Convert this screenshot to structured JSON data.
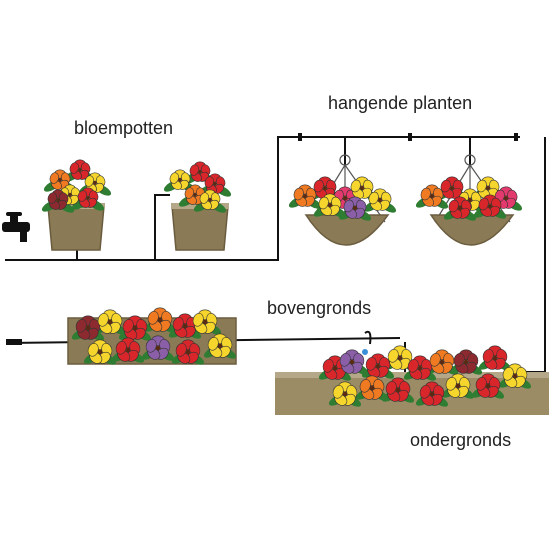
{
  "labels": {
    "pots": "bloempotten",
    "hanging": "hangende planten",
    "above_ground": "bovengronds",
    "below_ground": "ondergronds"
  },
  "colors": {
    "pipe": "#111111",
    "soil": "#8a7a55",
    "soil_light": "#b5a888",
    "leaf": "#2f7d32",
    "flower_red": "#d8262b",
    "flower_orange": "#ef7a22",
    "flower_yellow": "#f6d52c",
    "flower_purple": "#8b5fa8",
    "flower_pink": "#e23a6d",
    "flower_maroon": "#8c2a2f"
  },
  "icons": [
    "faucet-icon",
    "flower-icon",
    "dripper-icon"
  ]
}
